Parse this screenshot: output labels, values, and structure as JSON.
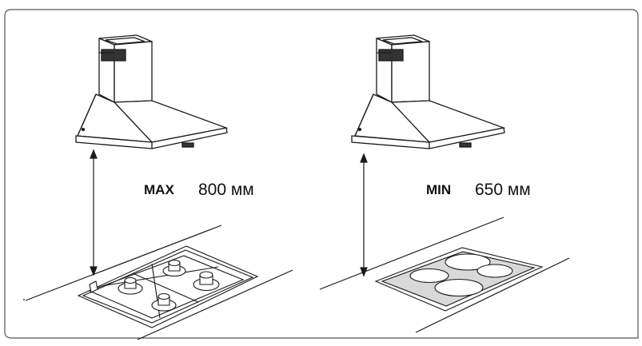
{
  "left": {
    "label": "MAX",
    "value": "800 мм"
  },
  "right": {
    "label": "MIN",
    "value": "650 мм"
  },
  "colors": {
    "stroke": "#1a1a1a",
    "frame": "#555555",
    "hob_glass": "#d9d9d9",
    "hood_fill": "#ffffff"
  },
  "icons": {
    "left_hood": "chimney-hood-icon",
    "right_hood": "chimney-hood-icon",
    "gas_hob": "gas-hob-icon",
    "electric_hob": "electric-hob-icon",
    "height_arrows": "double-arrow-icon"
  }
}
